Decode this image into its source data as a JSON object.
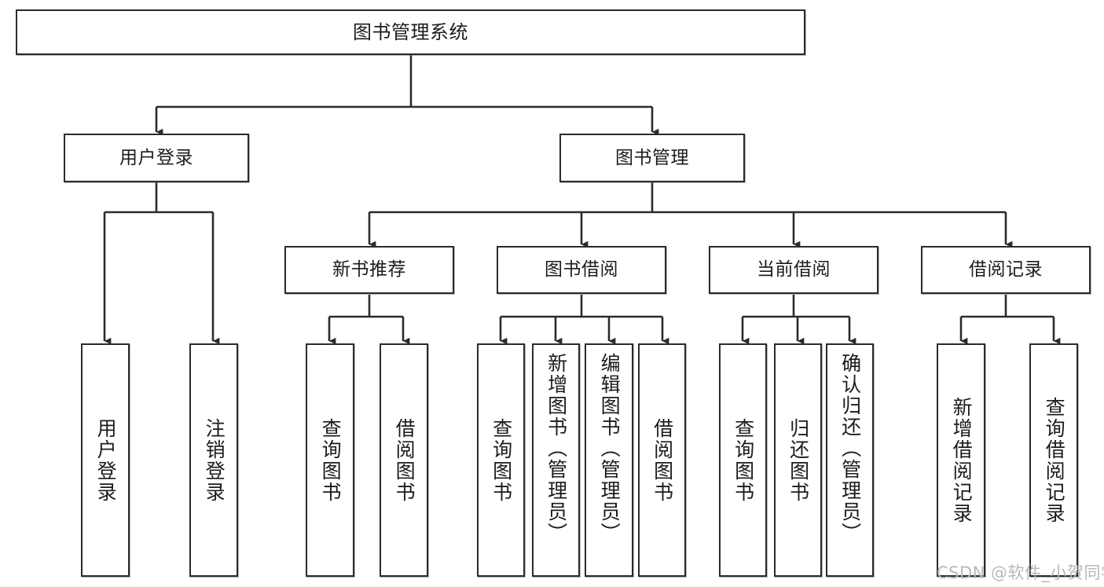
{
  "diagram": {
    "title": "图书管理系统",
    "type": "hierarchy-tree",
    "edge_color": "#2b2b2b",
    "box_border_color": "#2b2b2b",
    "box_fill_color": "#ffffff",
    "text_color": "#1c1c1c",
    "watermark_color": "#b9b9b9"
  },
  "nodes": {
    "root": {
      "label": "图书管理系统"
    },
    "level2": [
      {
        "id": "user-login",
        "label": "用户登录"
      },
      {
        "id": "book-management",
        "label": "图书管理"
      }
    ],
    "level3": [
      {
        "id": "new-book-recommend",
        "label": "新书推荐"
      },
      {
        "id": "book-borrow",
        "label": "图书借阅"
      },
      {
        "id": "current-borrow",
        "label": "当前借阅"
      },
      {
        "id": "borrow-record",
        "label": "借阅记录"
      }
    ],
    "leaves": {
      "user_login": [
        {
          "id": "leaf-user-login",
          "label": "用户登录"
        },
        {
          "id": "leaf-user-logout",
          "label": "注销登录"
        }
      ],
      "new_book_recommend": [
        {
          "id": "leaf-query-book-1",
          "label": "查询图书"
        },
        {
          "id": "leaf-borrow-book-1",
          "label": "借阅图书"
        }
      ],
      "book_borrow": [
        {
          "id": "leaf-query-book-2",
          "label": "查询图书"
        },
        {
          "id": "leaf-add-book",
          "label": "新增图书（管理员）"
        },
        {
          "id": "leaf-edit-book",
          "label": "编辑图书（管理员）"
        },
        {
          "id": "leaf-borrow-book-2",
          "label": "借阅图书"
        }
      ],
      "current_borrow": [
        {
          "id": "leaf-query-book-3",
          "label": "查询图书"
        },
        {
          "id": "leaf-return-book",
          "label": "归还图书"
        },
        {
          "id": "leaf-confirm-return",
          "label": "确认归还（管理员）"
        }
      ],
      "borrow_record": [
        {
          "id": "leaf-add-record",
          "label": "新增借阅记录"
        },
        {
          "id": "leaf-query-record",
          "label": "查询借阅记录"
        }
      ]
    }
  },
  "watermark": {
    "text": "CSDN @软件_小贺同学"
  }
}
